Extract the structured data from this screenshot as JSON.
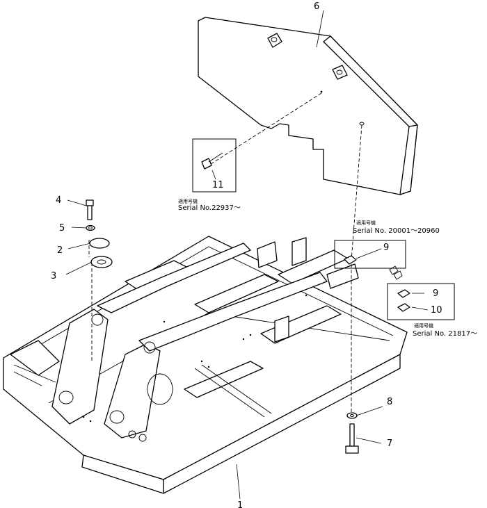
{
  "callouts": {
    "c1": "1",
    "c2": "2",
    "c3": "3",
    "c4": "4",
    "c5": "5",
    "c6": "6",
    "c7": "7",
    "c8": "8",
    "c9a": "9",
    "c9b": "9",
    "c10": "10",
    "c11": "11"
  },
  "applicability": {
    "label_jp": "適用号機",
    "serial_a": "Serial No.22937～",
    "serial_b": "Serial No. 20001～20960",
    "serial_c": "Serial No. 21817～"
  }
}
